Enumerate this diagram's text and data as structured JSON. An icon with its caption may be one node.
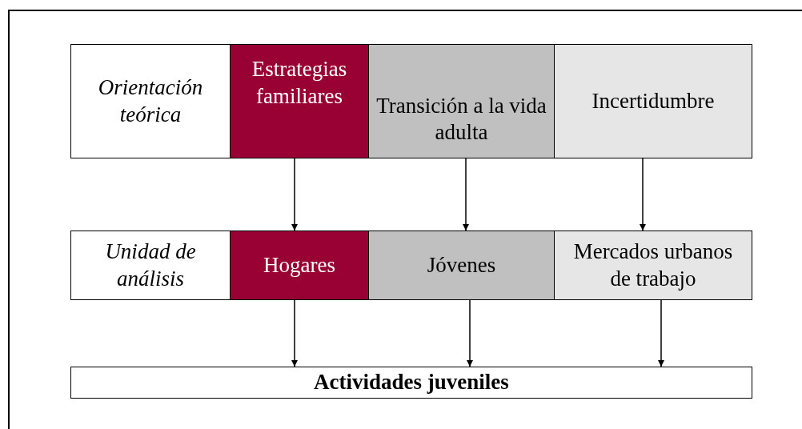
{
  "diagram": {
    "nodes": [
      {
        "text": [
          "Orientación teórica"
        ]
      },
      {
        "text": [
          "Estrategias familiares"
        ]
      },
      {
        "text": [
          "Transición a la vida adulta"
        ]
      },
      {
        "text": [
          "Incertidumbre"
        ]
      },
      {
        "text": [
          "Unidad de análisis"
        ]
      },
      {
        "text": [
          "Hogares"
        ]
      },
      {
        "text": [
          "Jóvenes"
        ]
      },
      {
        "text": [
          "Mercados urbanos de trabajo"
        ]
      },
      {
        "text": [
          "Actividades juveniles"
        ]
      }
    ],
    "edges": [
      {
        "from": 1,
        "to": 5,
        "arrow": "to"
      },
      {
        "from": 2,
        "to": 6,
        "arrow": "to"
      },
      {
        "from": 3,
        "to": 7,
        "arrow": "to"
      },
      {
        "from": 5,
        "to": 8,
        "arrow": "to"
      },
      {
        "from": 6,
        "to": 8,
        "arrow": "to"
      },
      {
        "from": 7,
        "to": 8,
        "arrow": "to"
      }
    ]
  }
}
